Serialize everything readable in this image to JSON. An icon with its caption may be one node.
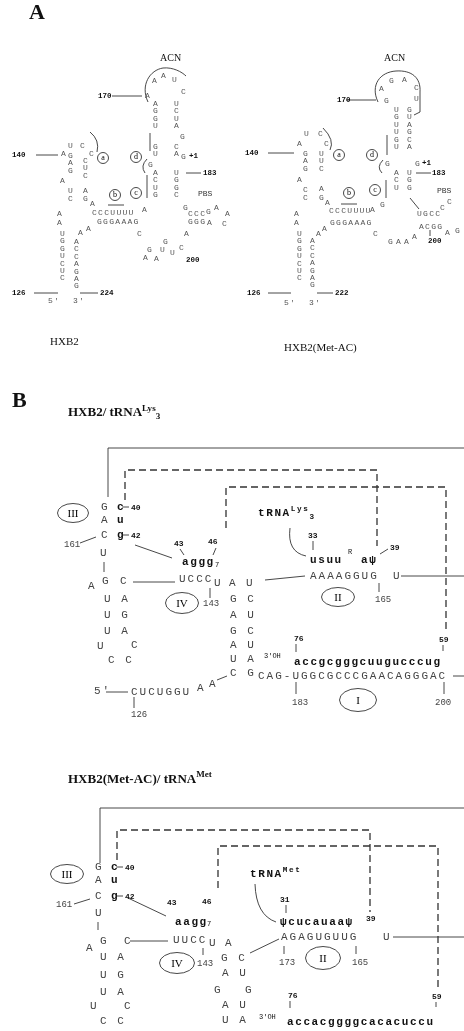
{
  "diagram": {
    "nodes": [
      {
        "text": [
          "a"
        ]
      },
      {
        "text": [
          "d"
        ]
      },
      {
        "text": [
          "b"
        ]
      },
      {
        "text": [
          "c"
        ]
      },
      {
        "text": [
          "a"
        ]
      },
      {
        "text": [
          "d"
        ]
      },
      {
        "text": [
          "b"
        ]
      },
      {
        "text": [
          "c"
        ]
      },
      {
        "text": [
          "III"
        ]
      },
      {
        "text": [
          "IV"
        ]
      },
      {
        "text": [
          "II"
        ]
      },
      {
        "text": [
          "I"
        ]
      },
      {
        "text": [
          "III"
        ]
      },
      {
        "text": [
          "IV"
        ]
      },
      {
        "text": [
          "II"
        ]
      }
    ],
    "labels": [
      "A",
      "ACN",
      "170",
      "A",
      "A",
      "U",
      "C",
      "A",
      "AGGU",
      "GU",
      "G",
      "ACUG",
      "UCUA",
      "G",
      "CA",
      "G",
      "+1",
      "UGGC",
      "183",
      "PBS",
      "G",
      "CCC",
      "G",
      "A",
      "A",
      "GGG",
      "A",
      "C",
      "C",
      "A",
      "G",
      "U",
      "U",
      "C",
      "A",
      "A",
      "G",
      "200",
      "U",
      "C",
      "140",
      "A",
      "C",
      "GAG",
      "CUC",
      "A",
      "U",
      "C",
      "A",
      "G",
      "A",
      "CCCUUUU",
      "A",
      "GGGAAAG",
      "A",
      "A",
      "A",
      "A",
      "UGGUCUC",
      "ACCAGAG",
      "126",
      "5'",
      "3'",
      "224",
      "HXB2",
      "ACN",
      "170",
      "A",
      "G",
      "A",
      "C",
      "U",
      "G",
      "UGUUGU",
      "G",
      "ACU",
      "GUAGCA",
      "G",
      "+1",
      "UGG",
      "183",
      "UGCC",
      "C",
      "C",
      "ACGG",
      "A",
      "G",
      "200",
      "C",
      "G",
      "A",
      "A",
      "A",
      "U",
      "C",
      "A",
      "C",
      "140",
      "GAG",
      "UUC",
      "A",
      "C",
      "C",
      "A",
      "G",
      "A",
      "CCCUUUU",
      "A",
      "G",
      "GGGAAAG",
      "A",
      "A",
      "A",
      "A",
      "UGGUCUC",
      "ACCAGAG",
      "126",
      "5'",
      "3'",
      "222",
      "PBS",
      "HXB2(Met-AC)",
      "B",
      "HXB2/ tRNA$^{Lys}$$_{3}$",
      "G",
      "c",
      "40",
      "A",
      "u",
      "C",
      "g",
      "42",
      "161",
      "U",
      "A",
      "G",
      "C",
      "UCCC",
      "U",
      "A",
      "U",
      "43",
      "46",
      "aggg",
      "7",
      "tRNA$^{Lys}$$_{3}$",
      "33",
      "usuu",
      "R",
      "aψ",
      "39",
      "AAAAGGUG",
      "U",
      "165",
      "143",
      "U A",
      "U G",
      "U A",
      "U",
      "C",
      "C C",
      "G C",
      "A U",
      "G C",
      "A U",
      "U A",
      "C G",
      "A",
      "A",
      "5'",
      "CUCUGGU",
      "126",
      "76",
      "59",
      "3'OH",
      "accgcgggcuugucccug",
      "CAG-UGGCGCCCGAACAGGGAC",
      "183",
      "200",
      "HXB2(Met-AC)/ tRNA$^{Met}$",
      "G",
      "c",
      "40",
      "A",
      "u",
      "C",
      "g",
      "42",
      "161",
      "U",
      "A",
      "G",
      "C",
      "UUCC",
      "U",
      "A",
      "43",
      "46",
      "aagg",
      "7",
      "tRNA$^{Met}$",
      "31",
      "ψcucauaaψ",
      "39",
      "AGAGUGUUG",
      "U",
      "143",
      "173",
      "165",
      "U A",
      "U G",
      "U A",
      "U",
      "C",
      "C C",
      "G C",
      "A U",
      "G",
      "G",
      "A U",
      "U A",
      "76",
      "59",
      "3'OH",
      "accacggggcacacuccu"
    ]
  }
}
